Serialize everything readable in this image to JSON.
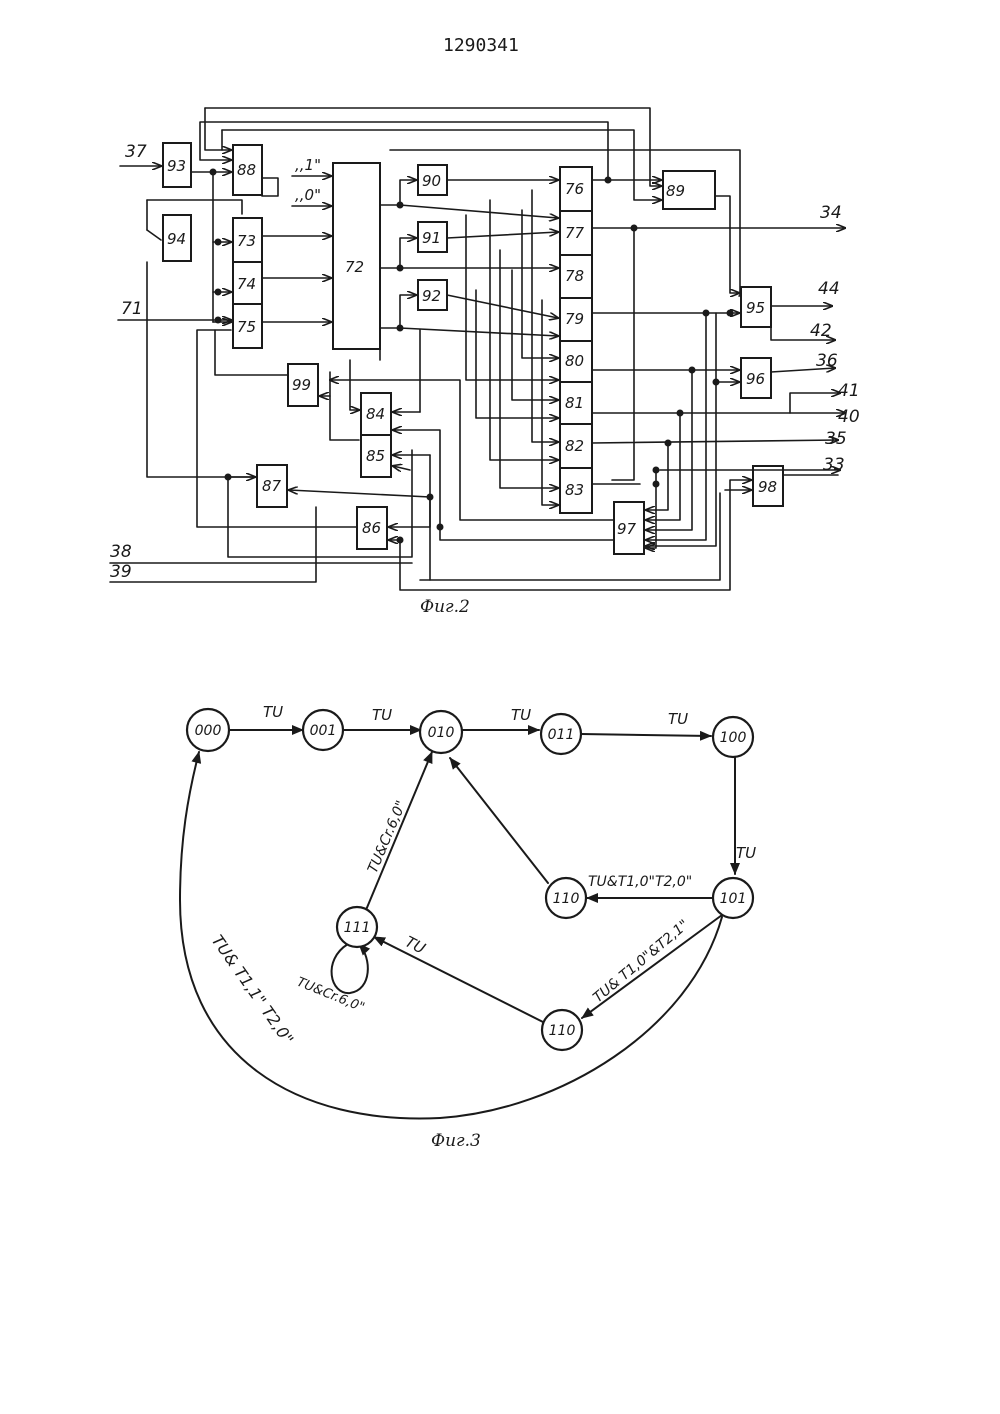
{
  "document": {
    "number": "1290341"
  },
  "fig2": {
    "caption": "Фиг.2",
    "blocks": {
      "b93": "93",
      "b88": "88",
      "b94": "94",
      "b73": "73",
      "b74": "74",
      "b75": "75",
      "b72": "72",
      "b90": "90",
      "b91": "91",
      "b92": "92",
      "b76": "76",
      "b77": "77",
      "b78": "78",
      "b79": "79",
      "b80": "80",
      "b81": "81",
      "b82": "82",
      "b83": "83",
      "b89": "89",
      "b95": "95",
      "b96": "96",
      "b98": "98",
      "b97": "97",
      "b99": "99",
      "b84": "84",
      "b85": "85",
      "b86": "86",
      "b87": "87"
    },
    "inputs": {
      "in37": "37",
      "in71": "71",
      "in38": "38",
      "in39": "39",
      "const1": ",,1\"",
      "const0": ",,0\""
    },
    "outputs": {
      "o34": "34",
      "o44": "44",
      "o42": "42",
      "o36": "36",
      "o41": "41",
      "o40": "40",
      "o35": "35",
      "o33": "33"
    }
  },
  "fig3": {
    "caption": "Фиг.3",
    "states": {
      "s000": "000",
      "s001": "001",
      "s010": "010",
      "s011": "011",
      "s100": "100",
      "s101": "101",
      "s110a": "110",
      "s110b": "110",
      "s111": "111"
    },
    "transitions": {
      "t1": "TU",
      "t2": "TU",
      "t3": "TU",
      "t4": "TU",
      "t5": "TU",
      "t6": "TU&T1,0\"T2,0\"",
      "t7": "TU& T1,0\"&T2,1\"",
      "t8": "TU",
      "t9": "TU&Cr.6,0\"",
      "t10": "TU&Cr.6,0\"",
      "t11": "TU& T1,1\" T2,0\""
    }
  }
}
